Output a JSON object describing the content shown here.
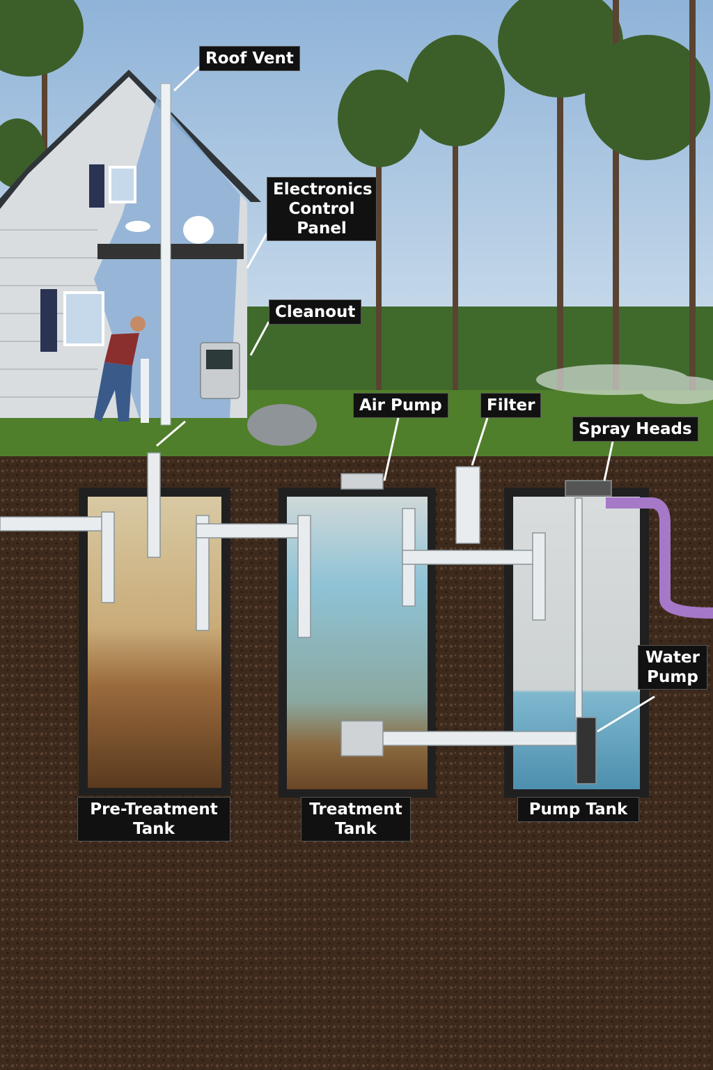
{
  "labels": {
    "roof_vent": "Roof Vent",
    "control_panel": [
      "Electronics",
      "Control",
      "Panel"
    ],
    "cleanout": "Cleanout",
    "air_pump": "Air Pump",
    "filter": "Filter",
    "spray_heads": "Spray Heads",
    "water_pump": [
      "Water",
      "Pump"
    ],
    "pre_treatment_tank": [
      "Pre-Treatment",
      "Tank"
    ],
    "treatment_tank": [
      "Treatment",
      "Tank"
    ],
    "pump_tank": "Pump Tank"
  },
  "colors": {
    "sky": "#a9c6e2",
    "grass": "#4f7f2a",
    "soil": "#3d2a1d",
    "pipe": "#e8ecef",
    "water": "#7fb8cf",
    "sludge": "#6b4525",
    "purple_pipe": "#a678c8"
  }
}
